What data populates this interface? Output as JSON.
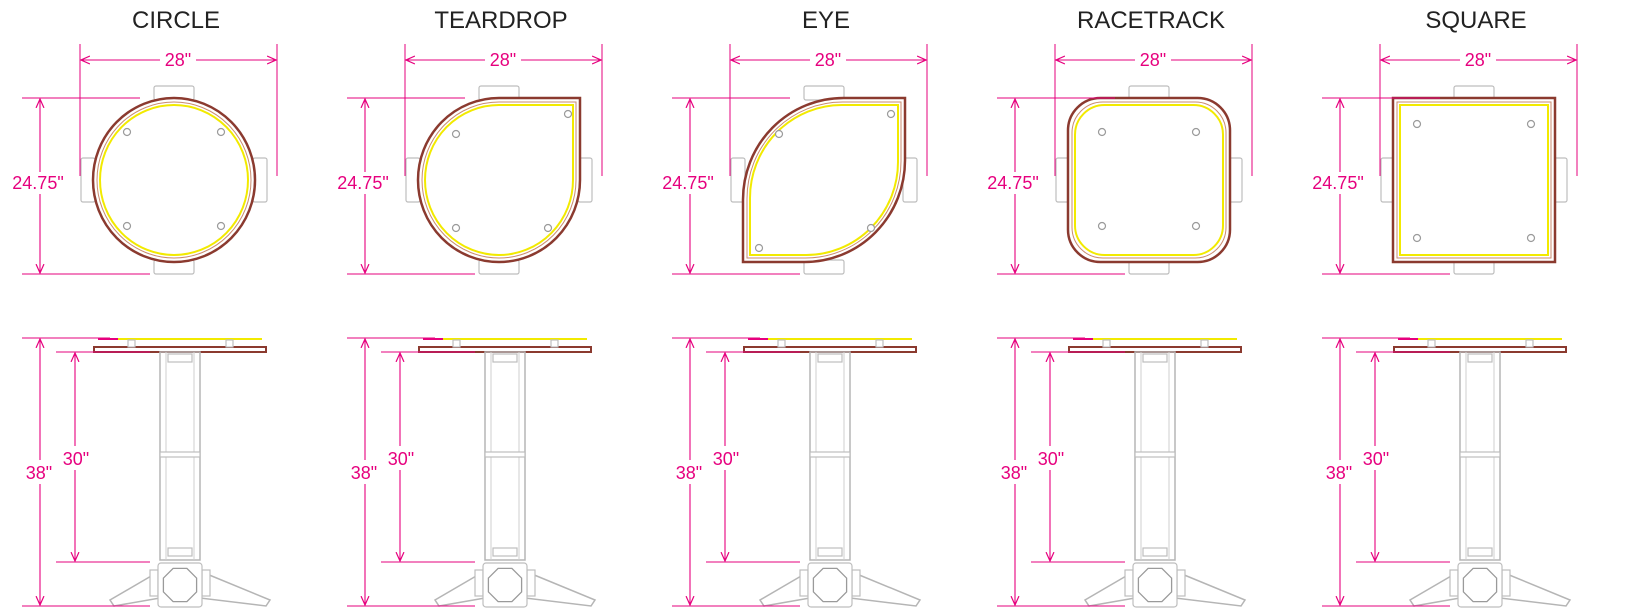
{
  "colors": {
    "dimension": "#e6007e",
    "top_outline": "#8b3a2f",
    "top_inner": "#f2ea00",
    "frame": "#b5b5b5",
    "title_text": "#222222"
  },
  "tables": [
    {
      "title": "CIRCLE",
      "shape": "circle",
      "width_label": "28\"",
      "depth_label": "24.75\"",
      "total_height_label": "38\"",
      "bar_height_label": "30\""
    },
    {
      "title": "TEARDROP",
      "shape": "teardrop",
      "width_label": "28\"",
      "depth_label": "24.75\"",
      "total_height_label": "38\"",
      "bar_height_label": "30\""
    },
    {
      "title": "EYE",
      "shape": "eye",
      "width_label": "28\"",
      "depth_label": "24.75\"",
      "total_height_label": "38\"",
      "bar_height_label": "30\""
    },
    {
      "title": "RACETRACK",
      "shape": "racetrack",
      "width_label": "28\"",
      "depth_label": "24.75\"",
      "total_height_label": "38\"",
      "bar_height_label": "30\""
    },
    {
      "title": "SQUARE",
      "shape": "square",
      "width_label": "28\"",
      "depth_label": "24.75\"",
      "total_height_label": "38\"",
      "bar_height_label": "30\""
    }
  ]
}
